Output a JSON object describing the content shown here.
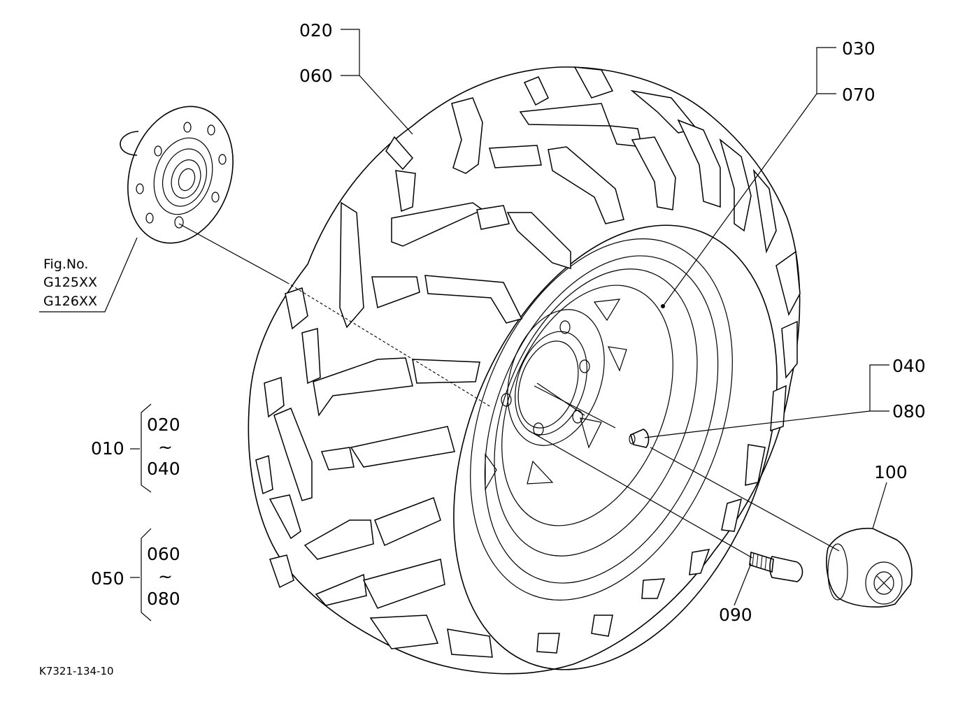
{
  "labels": {
    "l020": "020",
    "l060": "060",
    "l030": "030",
    "l070": "070",
    "l040": "040",
    "l080": "080",
    "l100": "100",
    "l090": "090",
    "fig_title": "Fig.No.",
    "fig_a": "G125XX",
    "fig_b": "G126XX",
    "g1_head": "010",
    "g1_from": "020",
    "g1_tilde": "~",
    "g1_to": "040",
    "g2_head": "050",
    "g2_from": "060",
    "g2_tilde": "~",
    "g2_to": "080",
    "drawing_code": "K7321-134-10"
  }
}
